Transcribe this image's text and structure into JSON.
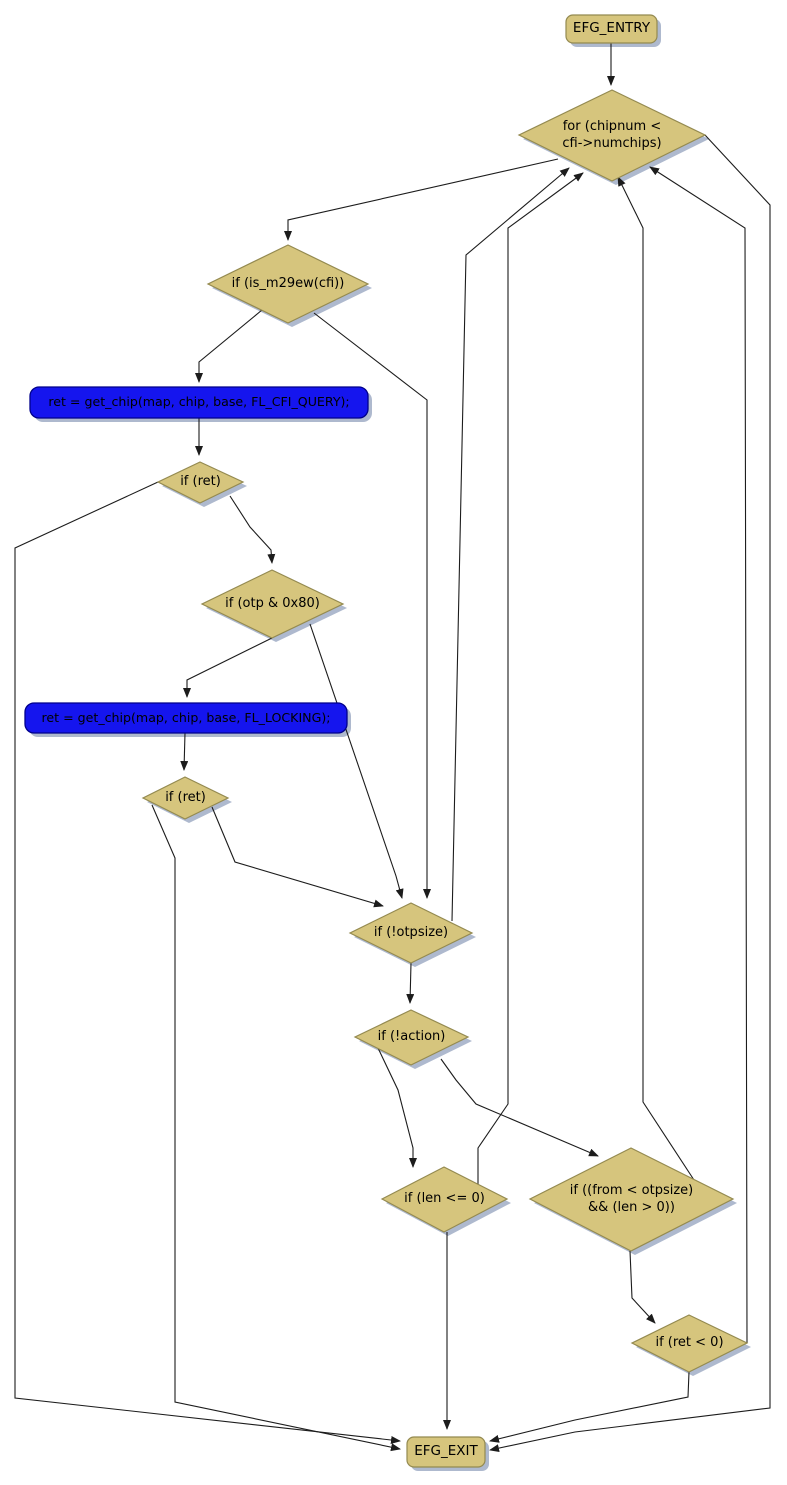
{
  "diagram": {
    "kind": "control-flow-graph",
    "nodes": {
      "entry": {
        "label": "EFG_ENTRY",
        "type": "terminal"
      },
      "for_loop": {
        "label": "for (chipnum <\ncfi->numchips)",
        "type": "decision"
      },
      "is_m29ew": {
        "label": "if (is_m29ew(cfi))",
        "type": "decision"
      },
      "get_chip_cfi_query": {
        "label": "ret = get_chip(map, chip, base, FL_CFI_QUERY);",
        "type": "process"
      },
      "if_ret_1": {
        "label": "if (ret)",
        "type": "decision"
      },
      "if_otp_0x80": {
        "label": "if (otp & 0x80)",
        "type": "decision"
      },
      "get_chip_locking": {
        "label": "ret = get_chip(map, chip, base, FL_LOCKING);",
        "type": "process"
      },
      "if_ret_2": {
        "label": "if (ret)",
        "type": "decision"
      },
      "if_not_otpsize": {
        "label": "if (!otpsize)",
        "type": "decision"
      },
      "if_not_action": {
        "label": "if (!action)",
        "type": "decision"
      },
      "if_len_le_0": {
        "label": "if (len <= 0)",
        "type": "decision"
      },
      "if_from_lt_otpsize": {
        "label": "if ((from < otpsize)\n&& (len > 0))",
        "type": "decision"
      },
      "if_ret_lt_0": {
        "label": "if (ret < 0)",
        "type": "decision"
      },
      "exit": {
        "label": "EFG_EXIT",
        "type": "terminal"
      }
    },
    "edges": [
      {
        "from": "entry",
        "to": "for_loop"
      },
      {
        "from": "for_loop",
        "to": "is_m29ew"
      },
      {
        "from": "is_m29ew",
        "to": "get_chip_cfi_query"
      },
      {
        "from": "is_m29ew",
        "to": "if_not_otpsize"
      },
      {
        "from": "get_chip_cfi_query",
        "to": "if_ret_1"
      },
      {
        "from": "if_ret_1",
        "to": "exit"
      },
      {
        "from": "if_ret_1",
        "to": "if_otp_0x80"
      },
      {
        "from": "if_otp_0x80",
        "to": "get_chip_locking"
      },
      {
        "from": "if_otp_0x80",
        "to": "if_not_otpsize"
      },
      {
        "from": "get_chip_locking",
        "to": "if_ret_2"
      },
      {
        "from": "if_ret_2",
        "to": "exit"
      },
      {
        "from": "if_ret_2",
        "to": "if_not_otpsize"
      },
      {
        "from": "if_not_otpsize",
        "to": "for_loop"
      },
      {
        "from": "if_not_otpsize",
        "to": "if_not_action"
      },
      {
        "from": "if_not_action",
        "to": "if_len_le_0"
      },
      {
        "from": "if_not_action",
        "to": "if_from_lt_otpsize"
      },
      {
        "from": "if_len_le_0",
        "to": "for_loop"
      },
      {
        "from": "if_len_le_0",
        "to": "exit"
      },
      {
        "from": "if_from_lt_otpsize",
        "to": "if_ret_lt_0"
      },
      {
        "from": "if_from_lt_otpsize",
        "to": "for_loop"
      },
      {
        "from": "if_ret_lt_0",
        "to": "exit"
      },
      {
        "from": "if_ret_lt_0",
        "to": "for_loop"
      },
      {
        "from": "for_loop",
        "to": "exit"
      }
    ],
    "colors": {
      "node_fill": "#d6c57d",
      "node_border": "#948a50",
      "process_fill": "#1515ee",
      "process_border": "#00008b",
      "shadow": "#aeb9ce",
      "edge": "#1c1c1c",
      "background": "#ffffff",
      "text": "#000000"
    }
  }
}
